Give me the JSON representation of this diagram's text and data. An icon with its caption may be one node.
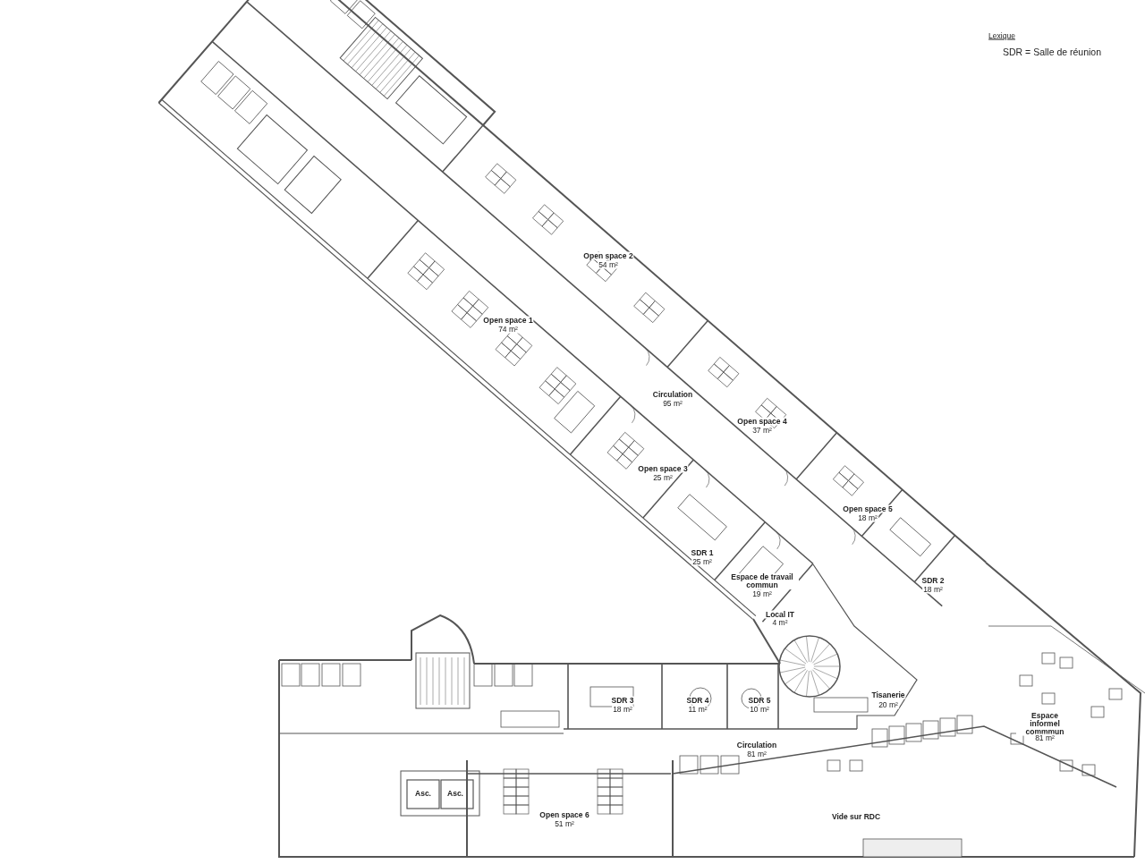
{
  "diagram": {
    "labels": [
      "Lexique",
      "SDR = Salle de réunion",
      "Open space 2",
      "54 m²",
      "Open space 1",
      "74 m²",
      "Circulation",
      "95 m²",
      "Open space 4",
      "37 m²",
      "Open space 3",
      "25 m²",
      "Open space 5",
      "18 m²",
      "SDR 1",
      "25 m²",
      "Espace de travail commun",
      "19 m²",
      "SDR 2",
      "18 m²",
      "Local IT",
      "4 m²",
      "SDR 3",
      "18 m²",
      "SDR 4",
      "11 m²",
      "SDR 5",
      "10 m²",
      "Tisanerie",
      "20 m²",
      "Espace informel commmun",
      "81 m²",
      "Circulation",
      "81 m²",
      "Asc.",
      "Asc.",
      "Open space 6",
      "51 m²",
      "Vide sur RDC"
    ]
  }
}
